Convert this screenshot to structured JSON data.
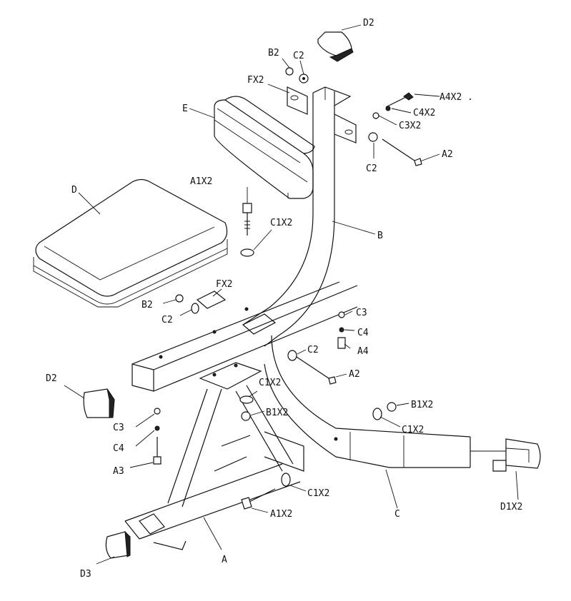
{
  "diagram": {
    "labels": {
      "D2_top": "D2",
      "B2_top": "B2",
      "C2_top": "C2",
      "FX2_top": "FX2",
      "A4X2": "A4X2 .",
      "C4X2": "C4X2",
      "C3X2": "C3X2",
      "E": "E",
      "C2_right": "C2",
      "A2_top": "A2",
      "A1X2_top": "A1X2",
      "D": "D",
      "C1X2_mid": "C1X2",
      "B": "B",
      "FX2_mid": "FX2",
      "B2_mid": "B2",
      "C2_mid": "C2",
      "C3_right": "C3",
      "C4_right": "C4",
      "A4": "A4",
      "C2_lower": "C2",
      "A2_lower": "A2",
      "D2_left": "D2",
      "C1X2_low": "C1X2",
      "B1X2_low": "B1X2",
      "B1X2_right": "B1X2",
      "C1X2_right": "C1X2",
      "C3_left": "C3",
      "C4_left": "C4",
      "A3": "A3",
      "C1X2_bottom": "C1X2",
      "A1X2_bottom": "A1X2",
      "C": "C",
      "D1X2": "D1X2",
      "A": "A",
      "D3": "D3"
    }
  }
}
